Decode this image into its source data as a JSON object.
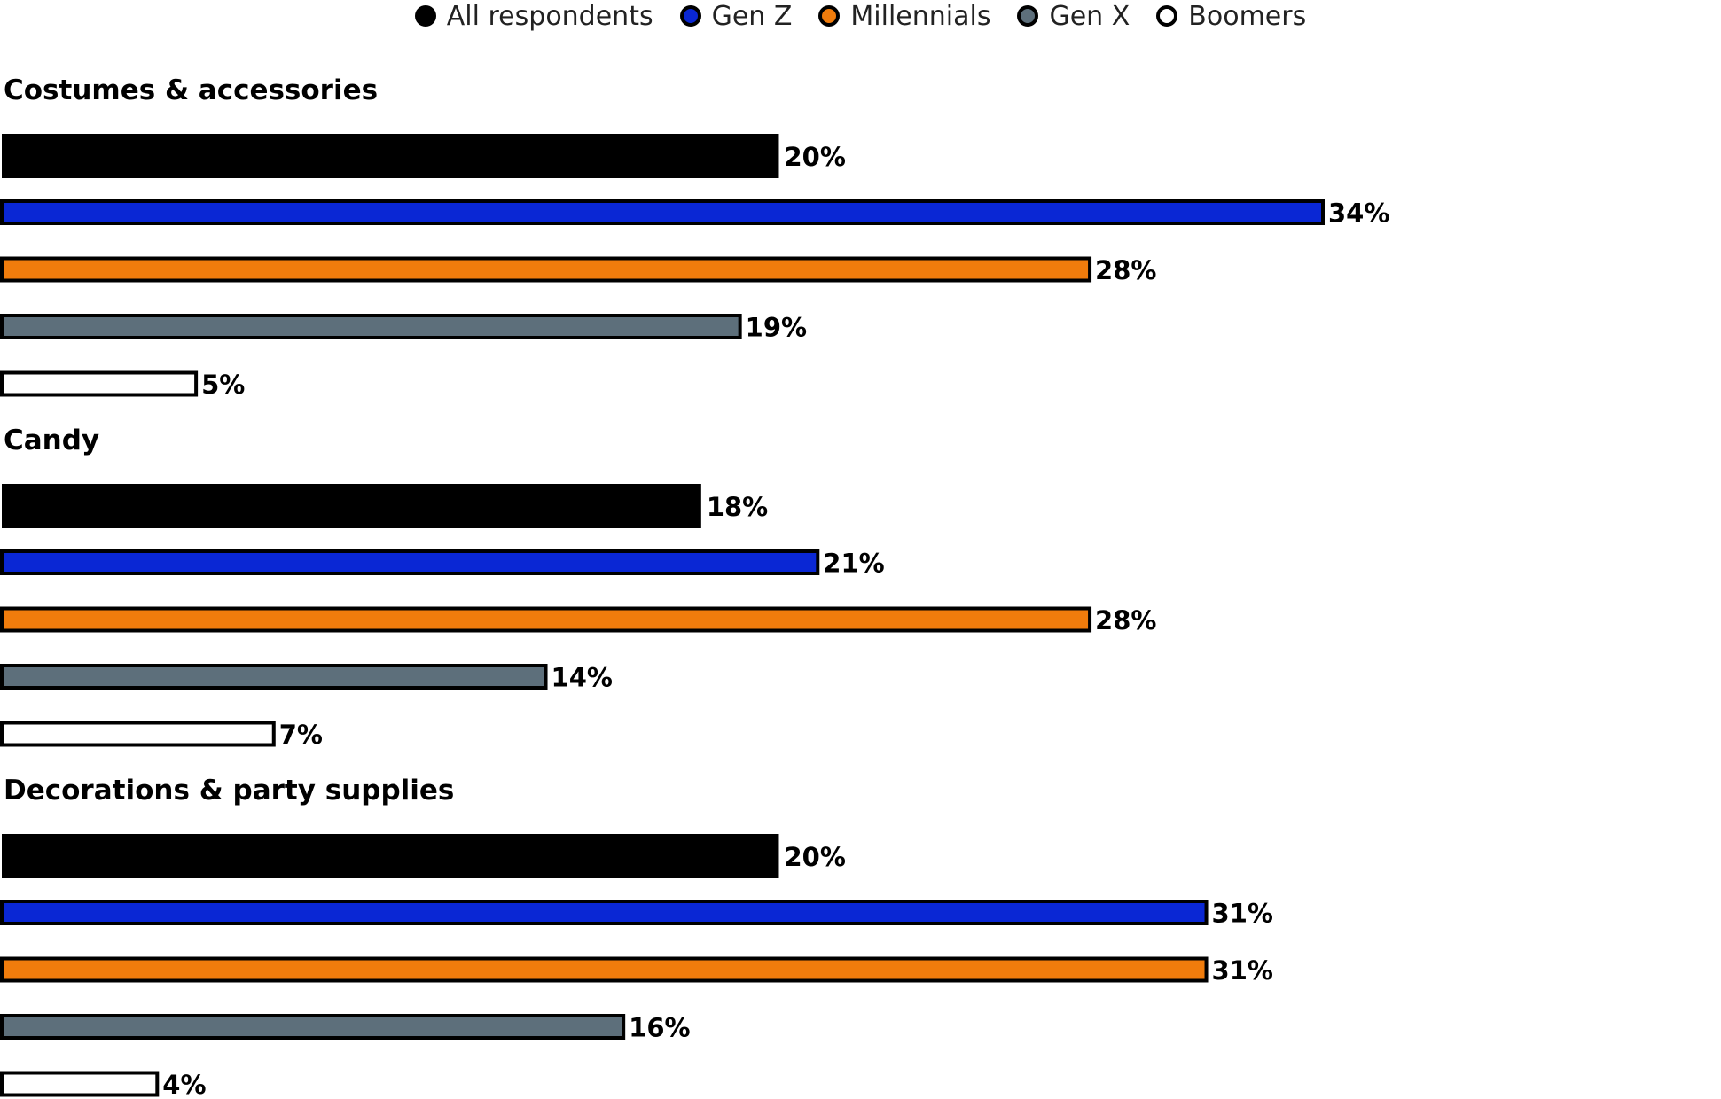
{
  "chart_data": {
    "type": "bar",
    "orientation": "horizontal",
    "legend_position": "top",
    "grid": false,
    "xlim": [
      0,
      36
    ],
    "value_suffix": "%",
    "categories": [
      "Costumes & accessories",
      "Candy",
      "Decorations & party supplies"
    ],
    "series": [
      {
        "name": "All respondents",
        "color": "#000000",
        "values": [
          20,
          18,
          20
        ]
      },
      {
        "name": "Gen Z",
        "color": "#0a27d4",
        "values": [
          34,
          21,
          31
        ]
      },
      {
        "name": "Millennials",
        "color": "#f07c0c",
        "values": [
          28,
          28,
          31
        ]
      },
      {
        "name": "Gen X",
        "color": "#5d6f7b",
        "values": [
          19,
          14,
          16
        ]
      },
      {
        "name": "Boomers",
        "color": "#ffffff",
        "values": [
          5,
          7,
          4
        ]
      }
    ]
  }
}
